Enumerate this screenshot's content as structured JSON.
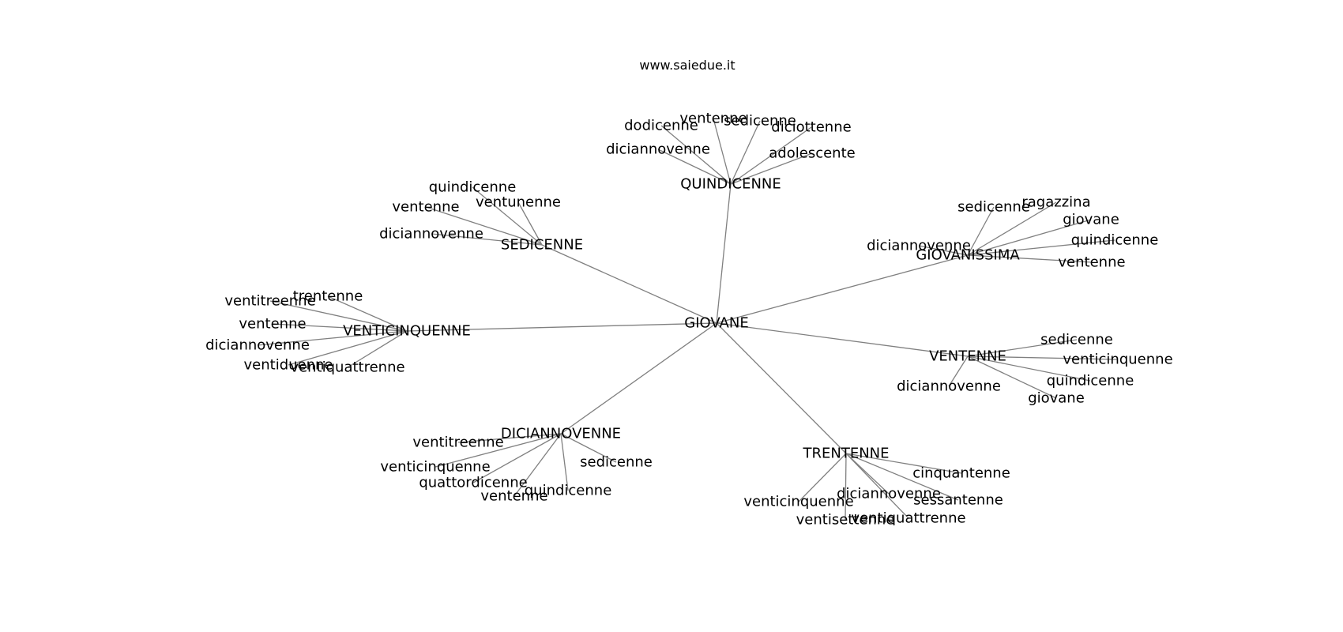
{
  "site": "www.saiedue.it",
  "graph": {
    "root": "GIOVANE",
    "hubs": [
      {
        "label": "QUINDICENNE",
        "leaves": [
          "dodicenne",
          "ventenne",
          "sedicenne",
          "diciottenne",
          "diciannovenne",
          "adolescente"
        ]
      },
      {
        "label": "SEDICENNE",
        "leaves": [
          "quindicenne",
          "ventunenne",
          "ventenne",
          "diciannovenne"
        ]
      },
      {
        "label": "GIOVANISSIMA",
        "leaves": [
          "sedicenne",
          "ragazzina",
          "giovane",
          "quindicenne",
          "diciannovenne",
          "ventenne"
        ]
      },
      {
        "label": "VENTICINQUENNE",
        "leaves": [
          "trentenne",
          "ventitreenne",
          "ventenne",
          "diciannovenne",
          "ventiduenne",
          "ventiquattrenne"
        ]
      },
      {
        "label": "VENTENNE",
        "leaves": [
          "sedicenne",
          "venticinquenne",
          "quindicenne",
          "diciannovenne",
          "giovane"
        ]
      },
      {
        "label": "DICIANNOVENNE",
        "leaves": [
          "ventitreenne",
          "venticinquenne",
          "quattordicenne",
          "ventenne",
          "quindicenne",
          "sedicenne"
        ]
      },
      {
        "label": "TRENTENNE",
        "leaves": [
          "cinquantenne",
          "diciannovenne",
          "venticinquenne",
          "sessantenne",
          "ventisettenne",
          "ventiquattrenne"
        ]
      }
    ]
  }
}
